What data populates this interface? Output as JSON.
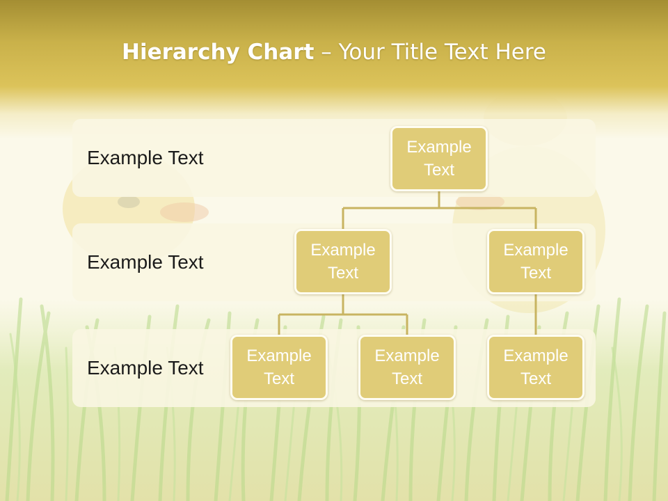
{
  "slide": {
    "title_bold": "Hierarchy Chart",
    "title_rest": " – Your Title Text Here"
  },
  "rows": [
    {
      "label": "Example Text"
    },
    {
      "label": "Example Text"
    },
    {
      "label": "Example Text"
    }
  ],
  "nodes": {
    "root": "Example\nText",
    "level2_left": "Example\nText",
    "level2_right": "Example\nText",
    "level3_a": "Example\nText",
    "level3_b": "Example\nText",
    "level3_c": "Example\nText"
  },
  "colors": {
    "title_band": "#c9b14a",
    "node_fill": "#e0cc78",
    "connector": "#c8b461",
    "row_band": "#faf6e2"
  }
}
